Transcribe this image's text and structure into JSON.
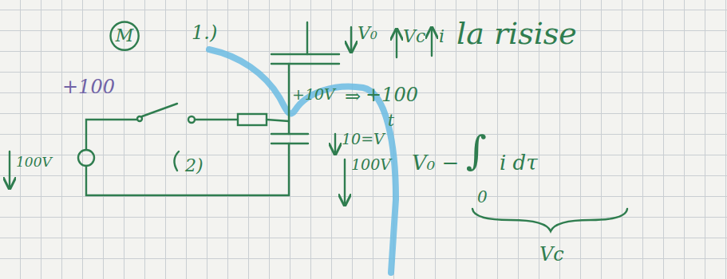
{
  "diagram": {
    "nodes": [
      {
        "text": [
          "M"
        ]
      }
    ],
    "labels": [
      "1.)",
      "V₀",
      "Vc",
      "i",
      "la risise",
      "+100",
      "+10V",
      "⇒",
      "+100",
      "t",
      "100V",
      "2)",
      "10=V",
      "100V",
      "V₀ −",
      "∫",
      "0",
      "i dτ",
      "Vc"
    ]
  }
}
